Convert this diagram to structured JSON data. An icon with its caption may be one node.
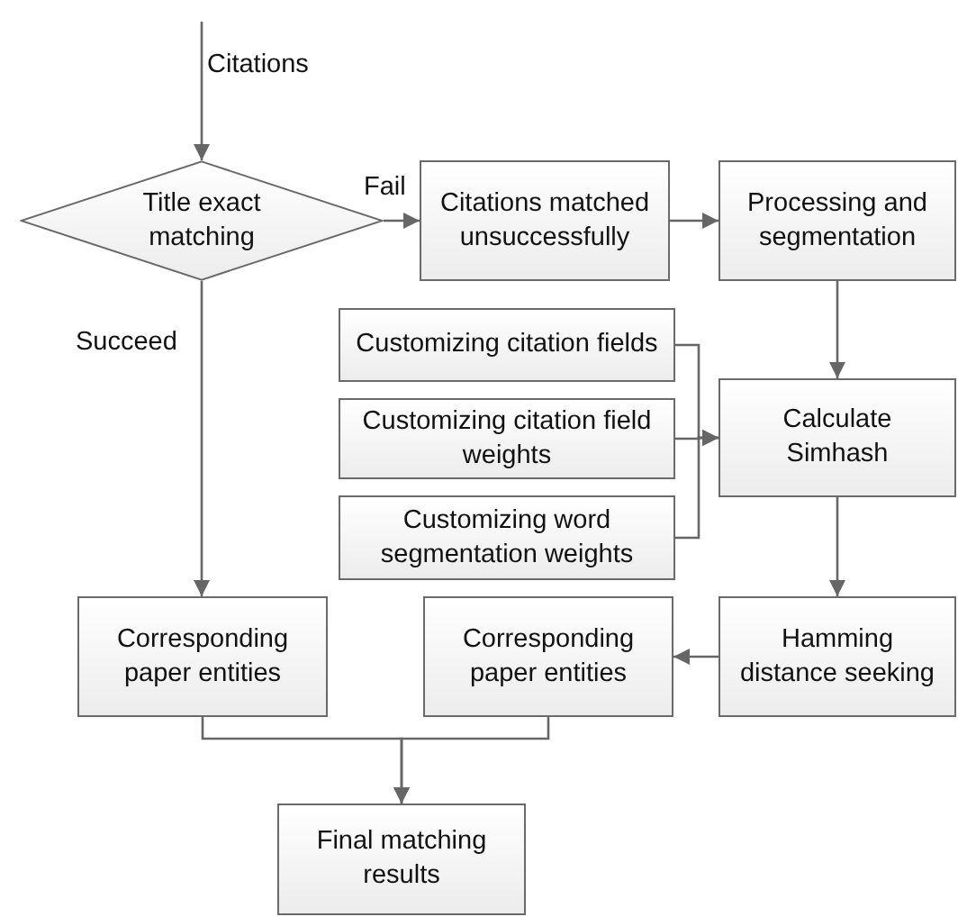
{
  "diagram": {
    "nodes": [
      {
        "text": [
          "Title exact matching"
        ]
      },
      {
        "text": [
          "Citations matched unsuccessfully"
        ]
      },
      {
        "text": [
          "Processing and segmentation"
        ]
      },
      {
        "text": [
          "Customizing citation fields"
        ]
      },
      {
        "text": [
          "Customizing citation field weights"
        ]
      },
      {
        "text": [
          "Customizing word segmentation weights"
        ]
      },
      {
        "text": [
          "Calculate Simhash"
        ]
      },
      {
        "text": [
          "Corresponding paper entities"
        ]
      },
      {
        "text": [
          "Hamming distance seeking"
        ]
      },
      {
        "text": [
          "Corresponding paper entities"
        ]
      },
      {
        "text": [
          "Final matching results"
        ]
      }
    ],
    "edges": [
      {
        "from": null,
        "to": 0,
        "arrow": "to",
        "label": "Citations"
      },
      {
        "from": 0,
        "to": 1,
        "arrow": "to",
        "label": "Fail"
      },
      {
        "from": 1,
        "to": 2,
        "arrow": "to"
      },
      {
        "from": 2,
        "to": 6,
        "arrow": "to"
      },
      {
        "from": 3,
        "to": 6,
        "arrow": "to"
      },
      {
        "from": 4,
        "to": 6,
        "arrow": "to"
      },
      {
        "from": 5,
        "to": 6,
        "arrow": "to"
      },
      {
        "from": 0,
        "to": 7,
        "arrow": "to",
        "label": "Succeed"
      },
      {
        "from": 6,
        "to": 8,
        "arrow": "to"
      },
      {
        "from": 8,
        "to": 9,
        "arrow": "to"
      },
      {
        "from": 7,
        "to": 10,
        "arrow": "to"
      },
      {
        "from": 9,
        "to": 10,
        "arrow": "to"
      }
    ]
  }
}
